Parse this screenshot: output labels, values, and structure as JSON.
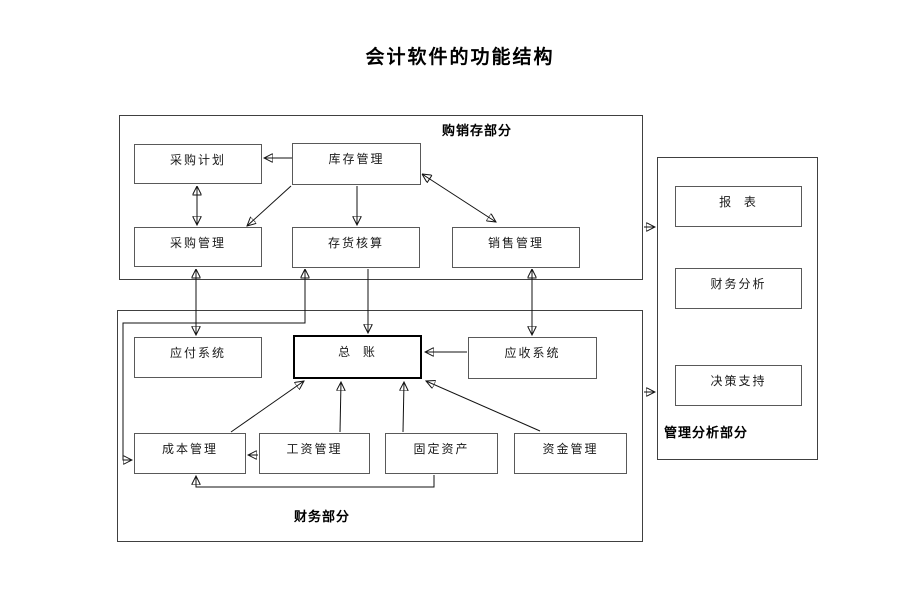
{
  "title": "会计软件的功能结构",
  "sections": [
    {
      "id": "purchase-sales-inventory",
      "label": "购销存部分"
    },
    {
      "id": "finance",
      "label": "财务部分"
    },
    {
      "id": "management-analysis",
      "label": "管理分析部分"
    }
  ],
  "nodes": [
    {
      "id": "purchase-plan",
      "label": "采购计划"
    },
    {
      "id": "inventory-mgmt",
      "label": "库存管理"
    },
    {
      "id": "purchase-mgmt",
      "label": "采购管理"
    },
    {
      "id": "stock-accounting",
      "label": "存货核算"
    },
    {
      "id": "sales-mgmt",
      "label": "销售管理"
    },
    {
      "id": "payable-system",
      "label": "应付系统"
    },
    {
      "id": "general-ledger",
      "label": "总  账"
    },
    {
      "id": "receivable-system",
      "label": "应收系统"
    },
    {
      "id": "cost-mgmt",
      "label": "成本管理"
    },
    {
      "id": "payroll-mgmt",
      "label": "工资管理"
    },
    {
      "id": "fixed-assets",
      "label": "固定资产"
    },
    {
      "id": "funds-mgmt",
      "label": "资金管理"
    },
    {
      "id": "reports",
      "label": "报  表"
    },
    {
      "id": "financial-analysis",
      "label": "财务分析"
    },
    {
      "id": "decision-support",
      "label": "决策支持"
    }
  ],
  "edges": [
    {
      "from": "inventory-mgmt",
      "to": "purchase-plan",
      "arrows": "to"
    },
    {
      "from": "purchase-plan",
      "to": "purchase-mgmt",
      "arrows": "both"
    },
    {
      "from": "inventory-mgmt",
      "to": "purchase-mgmt",
      "arrows": "to"
    },
    {
      "from": "inventory-mgmt",
      "to": "stock-accounting",
      "arrows": "to"
    },
    {
      "from": "inventory-mgmt",
      "to": "sales-mgmt",
      "arrows": "both"
    },
    {
      "from": "purchase-mgmt",
      "to": "payable-system",
      "arrows": "both"
    },
    {
      "from": "sales-mgmt",
      "to": "receivable-system",
      "arrows": "both"
    },
    {
      "from": "stock-accounting",
      "to": "general-ledger",
      "arrows": "to"
    },
    {
      "from": "stock-accounting",
      "to": "cost-mgmt",
      "arrows": "both"
    },
    {
      "from": "receivable-system",
      "to": "general-ledger",
      "arrows": "to"
    },
    {
      "from": "cost-mgmt",
      "to": "general-ledger",
      "arrows": "to"
    },
    {
      "from": "payroll-mgmt",
      "to": "general-ledger",
      "arrows": "to"
    },
    {
      "from": "fixed-assets",
      "to": "general-ledger",
      "arrows": "to"
    },
    {
      "from": "funds-mgmt",
      "to": "general-ledger",
      "arrows": "to"
    },
    {
      "from": "payroll-mgmt",
      "to": "cost-mgmt",
      "arrows": "to"
    },
    {
      "from": "fixed-assets",
      "to": "cost-mgmt",
      "arrows": "to"
    },
    {
      "from": "purchase-sales-inventory",
      "to": "management-analysis",
      "arrows": "to"
    },
    {
      "from": "finance",
      "to": "management-analysis",
      "arrows": "to"
    }
  ],
  "colors": {
    "background": "#ffffff",
    "line": "#111111",
    "node_border": "#595959",
    "section_border": "#404040",
    "text": "#000000"
  }
}
